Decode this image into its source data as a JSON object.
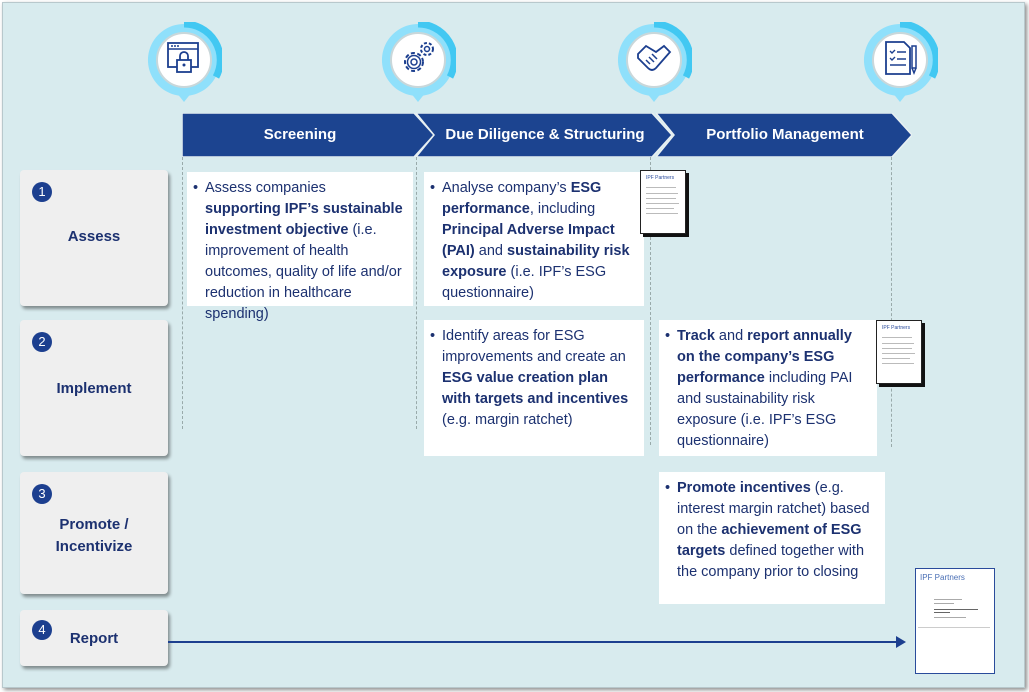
{
  "phases": [
    {
      "label": "Screening",
      "icon": "browser-lock-icon"
    },
    {
      "label": "Due Diligence & Structuring",
      "icon": "gears-icon"
    },
    {
      "label": "Portfolio Management",
      "icon": "handshake-icon"
    },
    {
      "label": "",
      "icon": "checklist-document-icon"
    }
  ],
  "rows": [
    {
      "number": "1",
      "label": "Assess"
    },
    {
      "number": "2",
      "label": "Implement"
    },
    {
      "number": "3",
      "label": "Promote / Incentivize"
    },
    {
      "number": "4",
      "label": "Report"
    }
  ],
  "cards": {
    "assess_screening": [
      {
        "t": "Assess companies ",
        "b": false
      },
      {
        "t": "supporting IPF’s sustainable investment objective",
        "b": true
      },
      {
        "t": " (i.e. improvement of health outcomes, quality of life and/or reduction in healthcare spending)",
        "b": false
      }
    ],
    "assess_dd": [
      {
        "t": "Analyse company’s ",
        "b": false
      },
      {
        "t": "ESG performance",
        "b": true
      },
      {
        "t": ", including ",
        "b": false
      },
      {
        "t": "Principal Adverse Impact (PAI)",
        "b": true
      },
      {
        "t": " and ",
        "b": false
      },
      {
        "t": "sustainability risk exposure",
        "b": true
      },
      {
        "t": " (i.e. IPF’s ESG questionnaire)",
        "b": false
      }
    ],
    "implement_dd": [
      {
        "t": "Identify areas for ESG improvements and create an ",
        "b": false
      },
      {
        "t": "ESG value creation plan with targets and incentives",
        "b": true
      },
      {
        "t": " (e.g. margin ratchet)",
        "b": false
      }
    ],
    "implement_pm": [
      {
        "t": "Track",
        "b": true
      },
      {
        "t": " and ",
        "b": false
      },
      {
        "t": "report annually on the company’s ESG performance",
        "b": true
      },
      {
        "t": " including PAI and sustainability risk exposure (i.e. IPF’s ESG questionnaire)",
        "b": false
      }
    ],
    "promote_pm": [
      {
        "t": "Promote incentives",
        "b": true
      },
      {
        "t": " (e.g. interest margin ratchet) based on the ",
        "b": false
      },
      {
        "t": "achievement of ESG targets",
        "b": true
      },
      {
        "t": " defined together with the company prior to closing",
        "b": false
      }
    ]
  },
  "bullet": "•",
  "documents": {
    "brand": "IPF Partners"
  },
  "colors": {
    "navy": "#1c3f8f",
    "background": "#d8ebee",
    "pin_ring": "#5cd0f5"
  }
}
